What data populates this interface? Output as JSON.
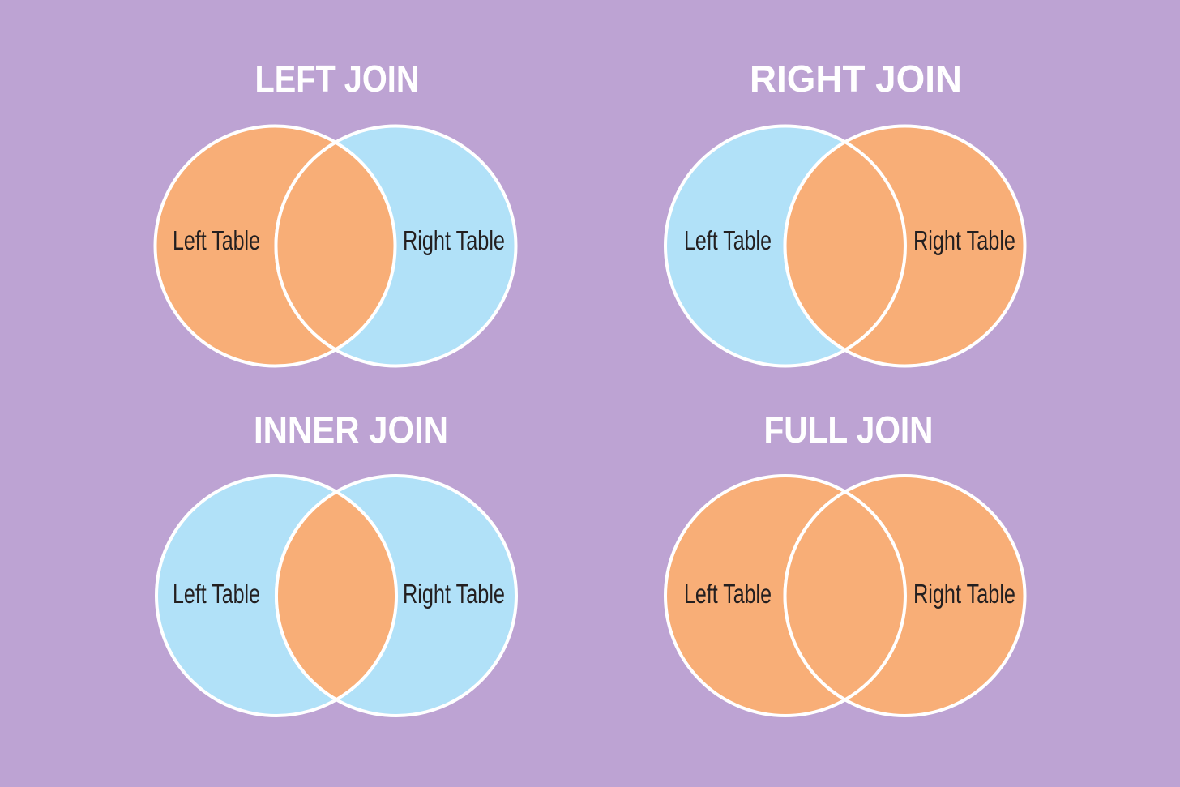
{
  "palette": {
    "background": "#bda3d3",
    "orange": "#f8ae77",
    "blue": "#b1e1f8",
    "outline": "#ffffff",
    "title_text": "#ffffff",
    "label_text": "#231f20"
  },
  "diagrams": [
    {
      "title": "LEFT JOIN",
      "left_label": "Left Table",
      "right_label": "Right Table",
      "left_fill": "#f8ae77",
      "right_fill": "#b1e1f8",
      "overlap_fill": "#f8ae77"
    },
    {
      "title": "RIGHT JOIN",
      "left_label": "Left Table",
      "right_label": "Right Table",
      "left_fill": "#b1e1f8",
      "right_fill": "#f8ae77",
      "overlap_fill": "#f8ae77"
    },
    {
      "title": "INNER JOIN",
      "left_label": "Left Table",
      "right_label": "Right Table",
      "left_fill": "#b1e1f8",
      "right_fill": "#b1e1f8",
      "overlap_fill": "#f8ae77"
    },
    {
      "title": "FULL JOIN",
      "left_label": "Left Table",
      "right_label": "Right Table",
      "left_fill": "#f8ae77",
      "right_fill": "#f8ae77",
      "overlap_fill": "#f8ae77"
    }
  ]
}
